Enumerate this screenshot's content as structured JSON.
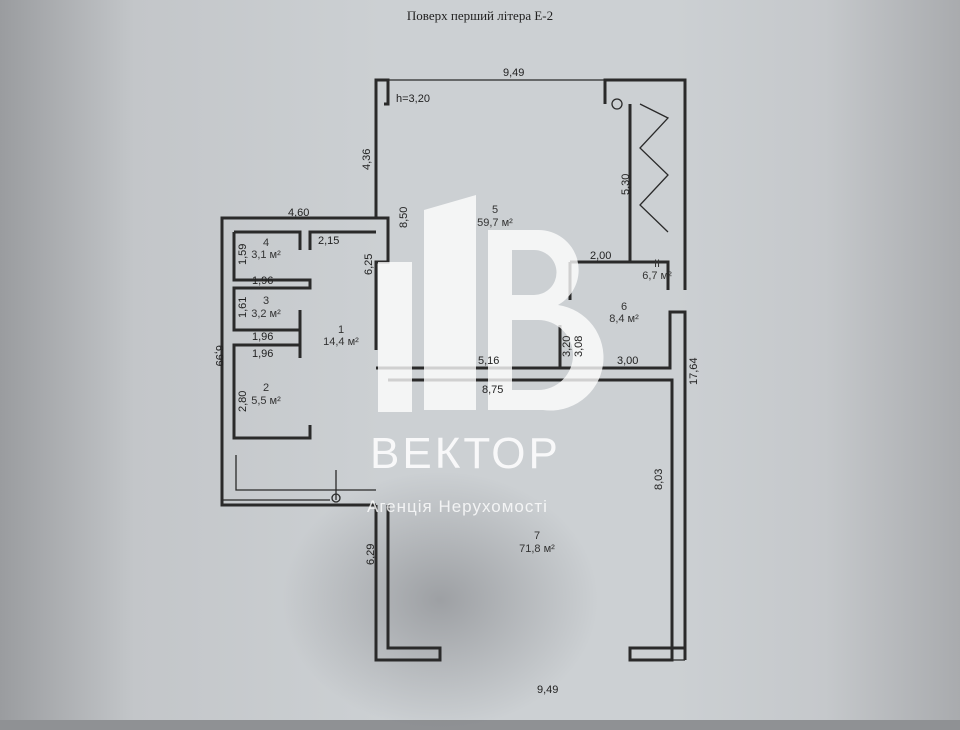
{
  "title": "Поверх перший літера Е-2",
  "height_label": "h=3,20",
  "rooms": [
    {
      "num": "1",
      "area": "14,4 м²"
    },
    {
      "num": "2",
      "area": "5,5 м²"
    },
    {
      "num": "3",
      "area": "3,2 м²"
    },
    {
      "num": "4",
      "area": "3,1 м²"
    },
    {
      "num": "5",
      "area": "59,7 м²"
    },
    {
      "num": "6",
      "area": "8,4 м²"
    },
    {
      "num": "7",
      "area": "71,8 м²"
    },
    {
      "num": "II",
      "area": "6,7 м²"
    }
  ],
  "dimensions": {
    "top": "9,49",
    "bottom": "9,49",
    "d436": "4,36",
    "d530": "5,30",
    "d460": "4,60",
    "d850": "8,50",
    "d625": "6,25",
    "d215": "2,15",
    "d159": "1,59",
    "d196a": "1,96",
    "d161": "1,61",
    "d196b": "1,96",
    "d196c": "1,96",
    "d280": "2,80",
    "d699": "6,99",
    "d200": "2,00",
    "d320": "3,20",
    "d308": "3,08",
    "d516": "5,16",
    "d300": "3,00",
    "d875": "8,75",
    "d1764": "17,64",
    "d803": "8,03",
    "d629": "6,29"
  },
  "watermark": {
    "brand": "ВЕКТОР",
    "subtitle": "Агенція Нерухомості"
  }
}
